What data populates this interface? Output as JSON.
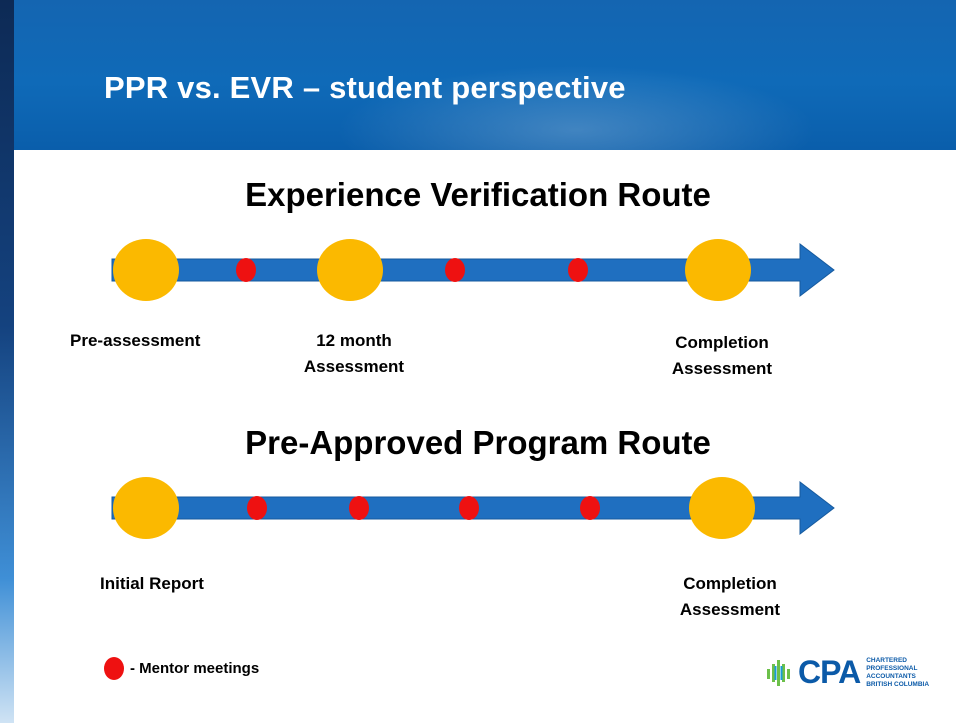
{
  "slide": {
    "title": "PPR vs. EVR – student perspective"
  },
  "evr": {
    "title": "Experience Verification Route",
    "milestones": [
      {
        "label": "Pre-assessment"
      },
      {
        "label": "12 month\nAssessment"
      },
      {
        "label": "Completion\nAssessment"
      }
    ],
    "mentor_meetings": 3
  },
  "ppr": {
    "title": "Pre-Approved Program Route",
    "milestones": [
      {
        "label": "Initial Report"
      },
      {
        "label": "Completion\nAssessment"
      }
    ],
    "mentor_meetings": 4
  },
  "legend": {
    "text": "- Mentor meetings"
  },
  "logo": {
    "word": "CPA",
    "lines": [
      "CHARTERED",
      "PROFESSIONAL",
      "ACCOUNTANTS",
      "BRITISH COLUMBIA"
    ]
  },
  "colors": {
    "header_blue": "#1465b1",
    "arrow_blue": "#1f6fc0",
    "milestone_yellow": "#fbb900",
    "meeting_red": "#ee1111"
  }
}
